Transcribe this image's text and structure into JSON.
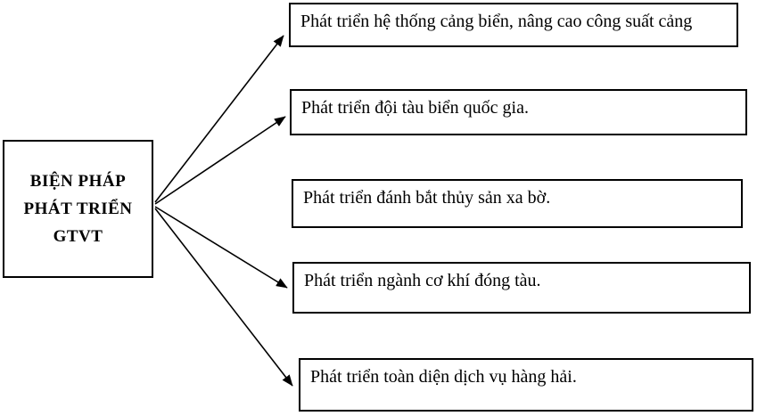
{
  "diagram": {
    "root_box": {
      "line1": "BIỆN PHÁP",
      "line2": "PHÁT TRIỂN",
      "line3": "GTVT"
    },
    "measure_boxes": [
      {
        "label": "Phát triển hệ thống cảng biển, nâng cao công suất cảng"
      },
      {
        "label": "Phát triển đội tàu biển quốc gia."
      },
      {
        "label": "Phát triển đánh bắt thủy sản xa bờ."
      },
      {
        "label": "Phát triển ngành cơ khí đóng tàu."
      },
      {
        "label": "Phát triển toàn diện dịch vụ hàng hải."
      }
    ],
    "colors": {
      "border": "#000000",
      "text": "#000000",
      "background": "#ffffff"
    }
  }
}
